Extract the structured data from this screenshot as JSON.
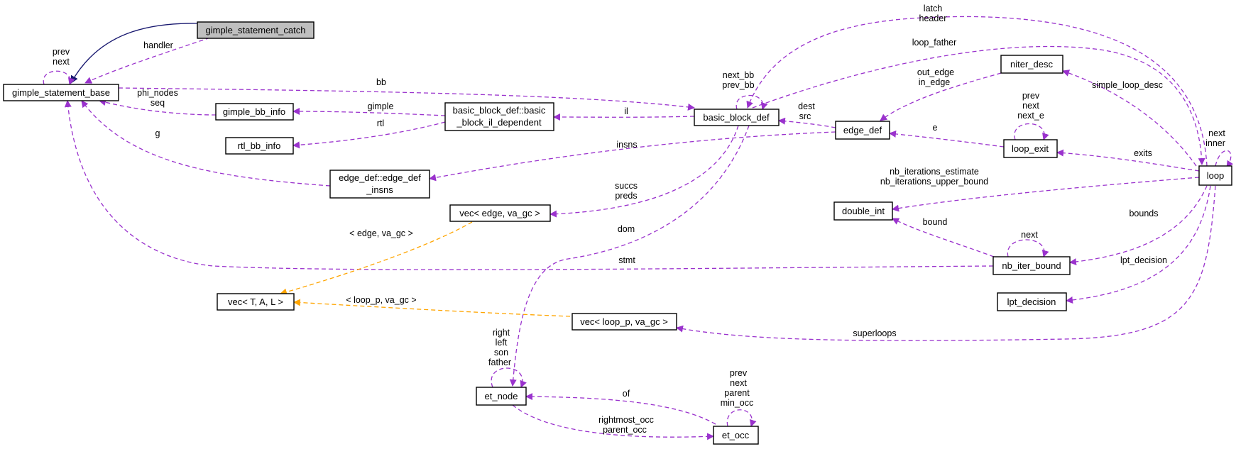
{
  "colors": {
    "member": "#9a32cd",
    "template": "#ffa500",
    "inherit": "#191970",
    "highlight_fill": "#bfbfbf"
  },
  "nodes": {
    "gimple_statement_catch": "gimple_statement_catch",
    "gimple_statement_base": "gimple_statement_base",
    "gimple_bb_info": "gimple_bb_info",
    "rtl_bb_info": "rtl_bb_info",
    "basic_block_il_dependent_l1": "basic_block_def::basic",
    "basic_block_il_dependent_l2": "_block_il_dependent",
    "basic_block_def": "basic_block_def",
    "edge_def_insns_l1": "edge_def::edge_def",
    "edge_def_insns_l2": "_insns",
    "vec_edge": "vec< edge, va_gc >",
    "vec_TAL": "vec< T, A, L >",
    "vec_loop_p": "vec< loop_p, va_gc >",
    "et_node": "et_node",
    "et_occ": "et_occ",
    "edge_def": "edge_def",
    "niter_desc": "niter_desc",
    "loop_exit": "loop_exit",
    "loop": "loop",
    "double_int": "double_int",
    "nb_iter_bound": "nb_iter_bound",
    "lpt_decision": "lpt_decision"
  },
  "labels": {
    "handler": "handler",
    "gsb_prev": "prev",
    "gsb_next": "next",
    "bb": "bb",
    "phi_nodes": "phi_nodes",
    "seq": "seq",
    "gimple": "gimple",
    "rtl": "rtl",
    "g": "g",
    "il": "il",
    "next_bb": "next_bb",
    "prev_bb": "prev_bb",
    "latch": "latch",
    "header": "header",
    "loop_father": "loop_father",
    "dest": "dest",
    "src": "src",
    "out_edge": "out_edge",
    "in_edge": "in_edge",
    "insns": "insns",
    "succs": "succs",
    "preds": "preds",
    "dom": "dom",
    "edge_va_gc": "< edge, va_gc >",
    "loop_p_va_gc": "< loop_p, va_gc >",
    "stmt": "stmt",
    "le_prev": "prev",
    "le_next": "next",
    "le_next_e": "next_e",
    "e": "e",
    "simple_loop_desc": "simple_loop_desc",
    "loop_next": "next",
    "loop_inner": "inner",
    "exits": "exits",
    "nb_iterations_estimate": "nb_iterations_estimate",
    "nb_iterations_upper_bound": "nb_iterations_upper_bound",
    "bounds": "bounds",
    "bound": "bound",
    "nib_next": "next",
    "lpt_decision": "lpt_decision",
    "superloops": "superloops",
    "etn_right": "right",
    "etn_left": "left",
    "etn_son": "son",
    "etn_father": "father",
    "of": "of",
    "rightmost_occ": "rightmost_occ",
    "parent_occ": "parent_occ",
    "eto_prev": "prev",
    "eto_next": "next",
    "eto_parent": "parent",
    "eto_min_occ": "min_occ"
  }
}
